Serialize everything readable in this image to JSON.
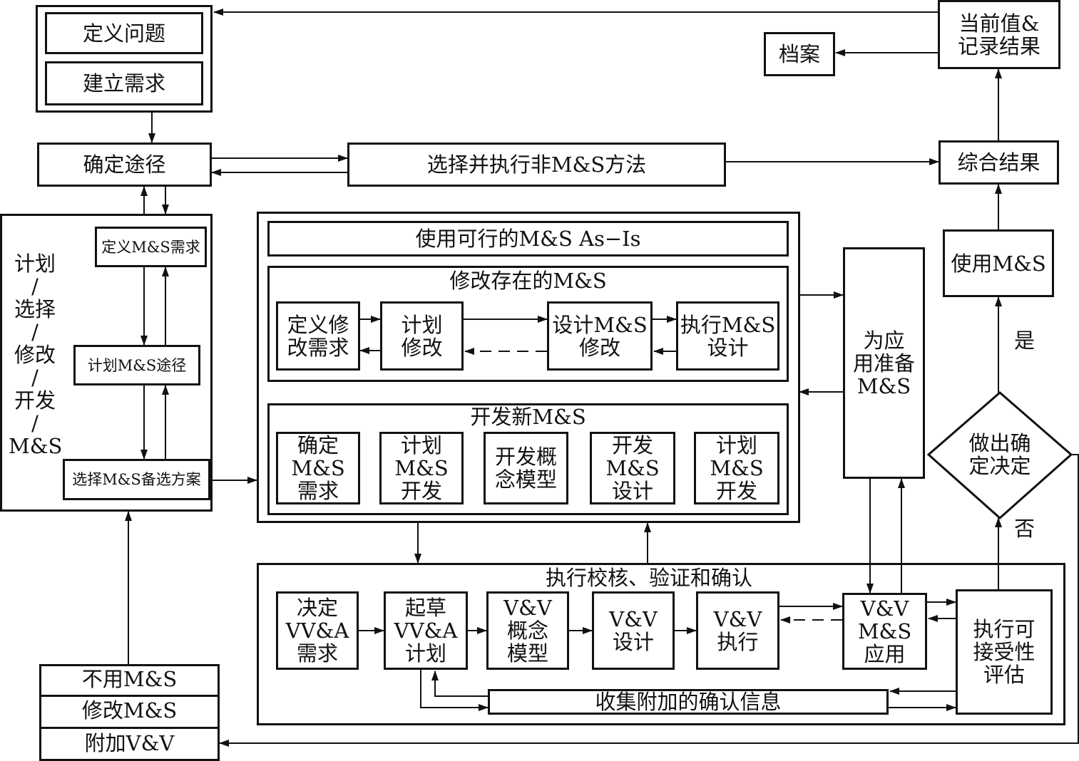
{
  "define_problem": "定义问题",
  "build_requirements": "建立需求",
  "current_value_record": "当前值&\n记录结果",
  "archive": "档案",
  "determine_approach": "确定途径",
  "non_ms_method": "选择并执行非M&S方法",
  "synthesize_results": "综合结果",
  "use_ms": "使用M&S",
  "decision": "做出确\n定决定",
  "yes": "是",
  "no": "否",
  "plan_group": {
    "side_label": "计划\n/\n选择\n/\n修改\n/\n开发\n/\nM&S",
    "define_ms_req": "定义M&S需求",
    "plan_ms_approach": "计划M&S途径",
    "select_ms_alt": "选择M&S备选方案"
  },
  "ms_group": {
    "use_asis": "使用可行的M&S  As−Is",
    "modify_title": "修改存在的M&S",
    "modify_steps": [
      "定义修\n改需求",
      "计划\n修改",
      "设计M&S\n修改",
      "执行M&S\n设计"
    ],
    "develop_title": "开发新M&S",
    "develop_steps": [
      "确定\nM&S\n需求",
      "计划\nM&S\n开发",
      "开发概\n念模型",
      "开发\nM&S\n设计",
      "计划\nM&S\n开发"
    ]
  },
  "prepare_ms": "为应\n用准备\nM&S",
  "vva_group": {
    "title": "执行校核、验证和确认",
    "steps": [
      "决定\nVV&A\n需求",
      "起草\nVV&A\n计划",
      "V&V\n概念\n模型",
      "V&V\n设计",
      "V&V\n执行",
      "V&V\nM&S\n应用"
    ],
    "acceptability": "执行可\n接受性\n评估",
    "collect_info": "收集附加的确认信息"
  },
  "feedback_options": [
    "不用M&S",
    "修改M&S",
    "附加V&V"
  ]
}
